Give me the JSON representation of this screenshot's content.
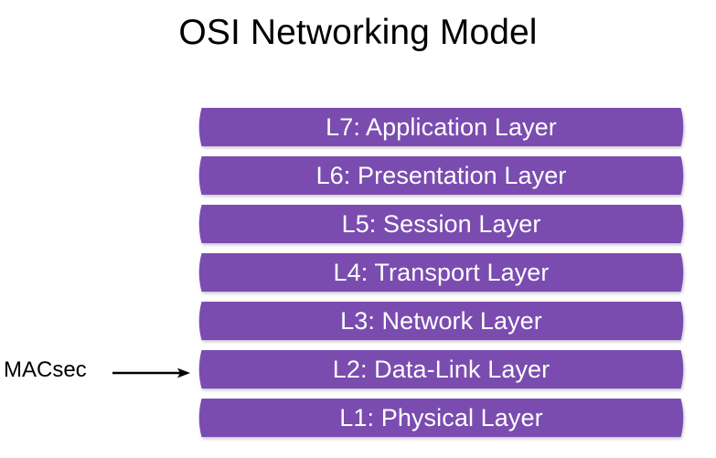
{
  "title": "OSI Networking Model",
  "colors": {
    "layer_fill": "#7A4CB0",
    "layer_text": "#FFFFFF",
    "title_text": "#000000",
    "annotation_text": "#000000",
    "arrow": "#000000",
    "background": "#FFFFFF"
  },
  "layers": [
    {
      "id": "l7",
      "label": "L7: Application Layer"
    },
    {
      "id": "l6",
      "label": "L6: Presentation Layer"
    },
    {
      "id": "l5",
      "label": "L5: Session Layer"
    },
    {
      "id": "l4",
      "label": "L4: Transport Layer"
    },
    {
      "id": "l3",
      "label": "L3: Network Layer"
    },
    {
      "id": "l2",
      "label": "L2: Data-Link Layer"
    },
    {
      "id": "l1",
      "label": "L1: Physical Layer"
    }
  ],
  "annotation": {
    "label": "MACsec",
    "points_to": "L2: Data-Link Layer",
    "arrow_direction": "right"
  }
}
